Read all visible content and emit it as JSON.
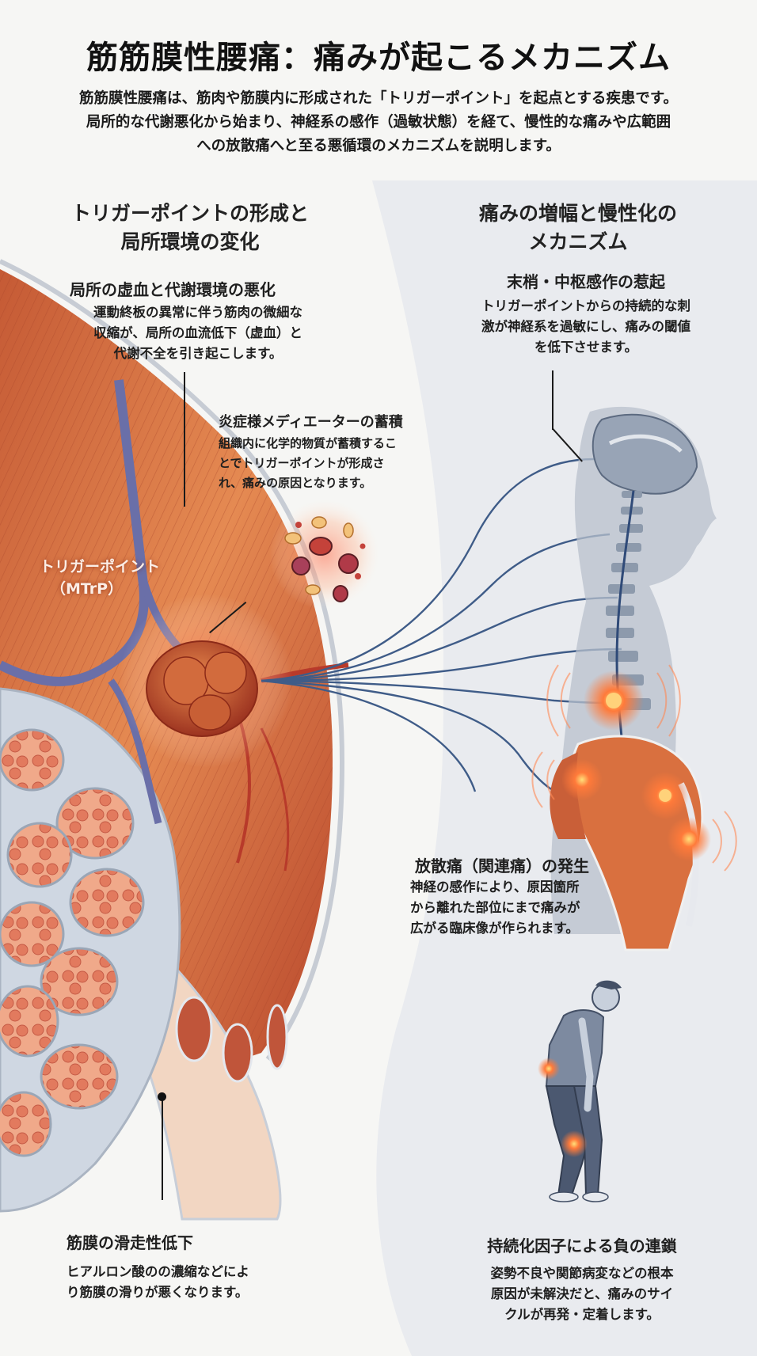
{
  "header": {
    "title": "筋筋膜性腰痛：痛みが起こるメカニズム",
    "intro_lines": [
      "筋筋膜性腰痛は、筋肉や筋膜内に形成された「トリガーポイント」を起点とする疾患です。",
      "局所的な代謝悪化から始まり、神経系の感作（過敏状態）を経て、慢性的な痛みや広範囲",
      "への放散痛へと至る悪循環のメカニズムを説明します。"
    ]
  },
  "left_section": {
    "heading_lines": [
      "トリガーポイントの形成と",
      "局所環境の変化"
    ],
    "callouts": [
      {
        "title": "局所の虚血と代謝環境の悪化",
        "lines": [
          "運動終板の異常に伴う筋肉の微細な",
          "収縮が、局所の血流低下（虚血）と",
          "代謝不全を引き起こします。"
        ]
      },
      {
        "title": "炎症様メディエーターの蓄積",
        "lines": [
          "組織内に化学的物質が蓄積するこ",
          "とでトリガーポイントが形成さ",
          "れ、痛みの原因となります。"
        ]
      },
      {
        "title": "筋膜の滑走性低下",
        "lines": [
          "ヒアルロン酸のの濃縮などによ",
          "り筋膜の滑りが悪くなります。"
        ]
      }
    ],
    "trigger_point_label": [
      "トリガーポイント",
      "（MTrP）"
    ]
  },
  "right_section": {
    "heading_lines": [
      "痛みの増幅と慢性化の",
      "メカニズム"
    ],
    "callouts": [
      {
        "title": "末梢・中枢感作の惹起",
        "lines": [
          "トリガーポイントからの持続的な刺",
          "激が神経系を過敏にし、痛みの閾値",
          "を低下させます。"
        ]
      },
      {
        "title": "放散痛（関連痛）の発生",
        "lines": [
          "神経の感作により、原因箇所",
          "から離れた部位にまで痛みが",
          "広がる臨床像が作られます。"
        ]
      },
      {
        "title": "持続化因子による負の連鎖",
        "lines": [
          "姿勢不良や関節病変などの根本",
          "原因が未解決だと、痛みのサイ",
          "クルが再発・定着します。"
        ]
      }
    ]
  },
  "colors": {
    "background": "#f6f6f4",
    "right_panel": "#e8eaee",
    "muscle": "#d9703f",
    "muscle_dark": "#b0452a",
    "nerve": "#3d5a86",
    "pain_glow": "#ff7a3a",
    "silhouette": "#b8c0cc"
  }
}
